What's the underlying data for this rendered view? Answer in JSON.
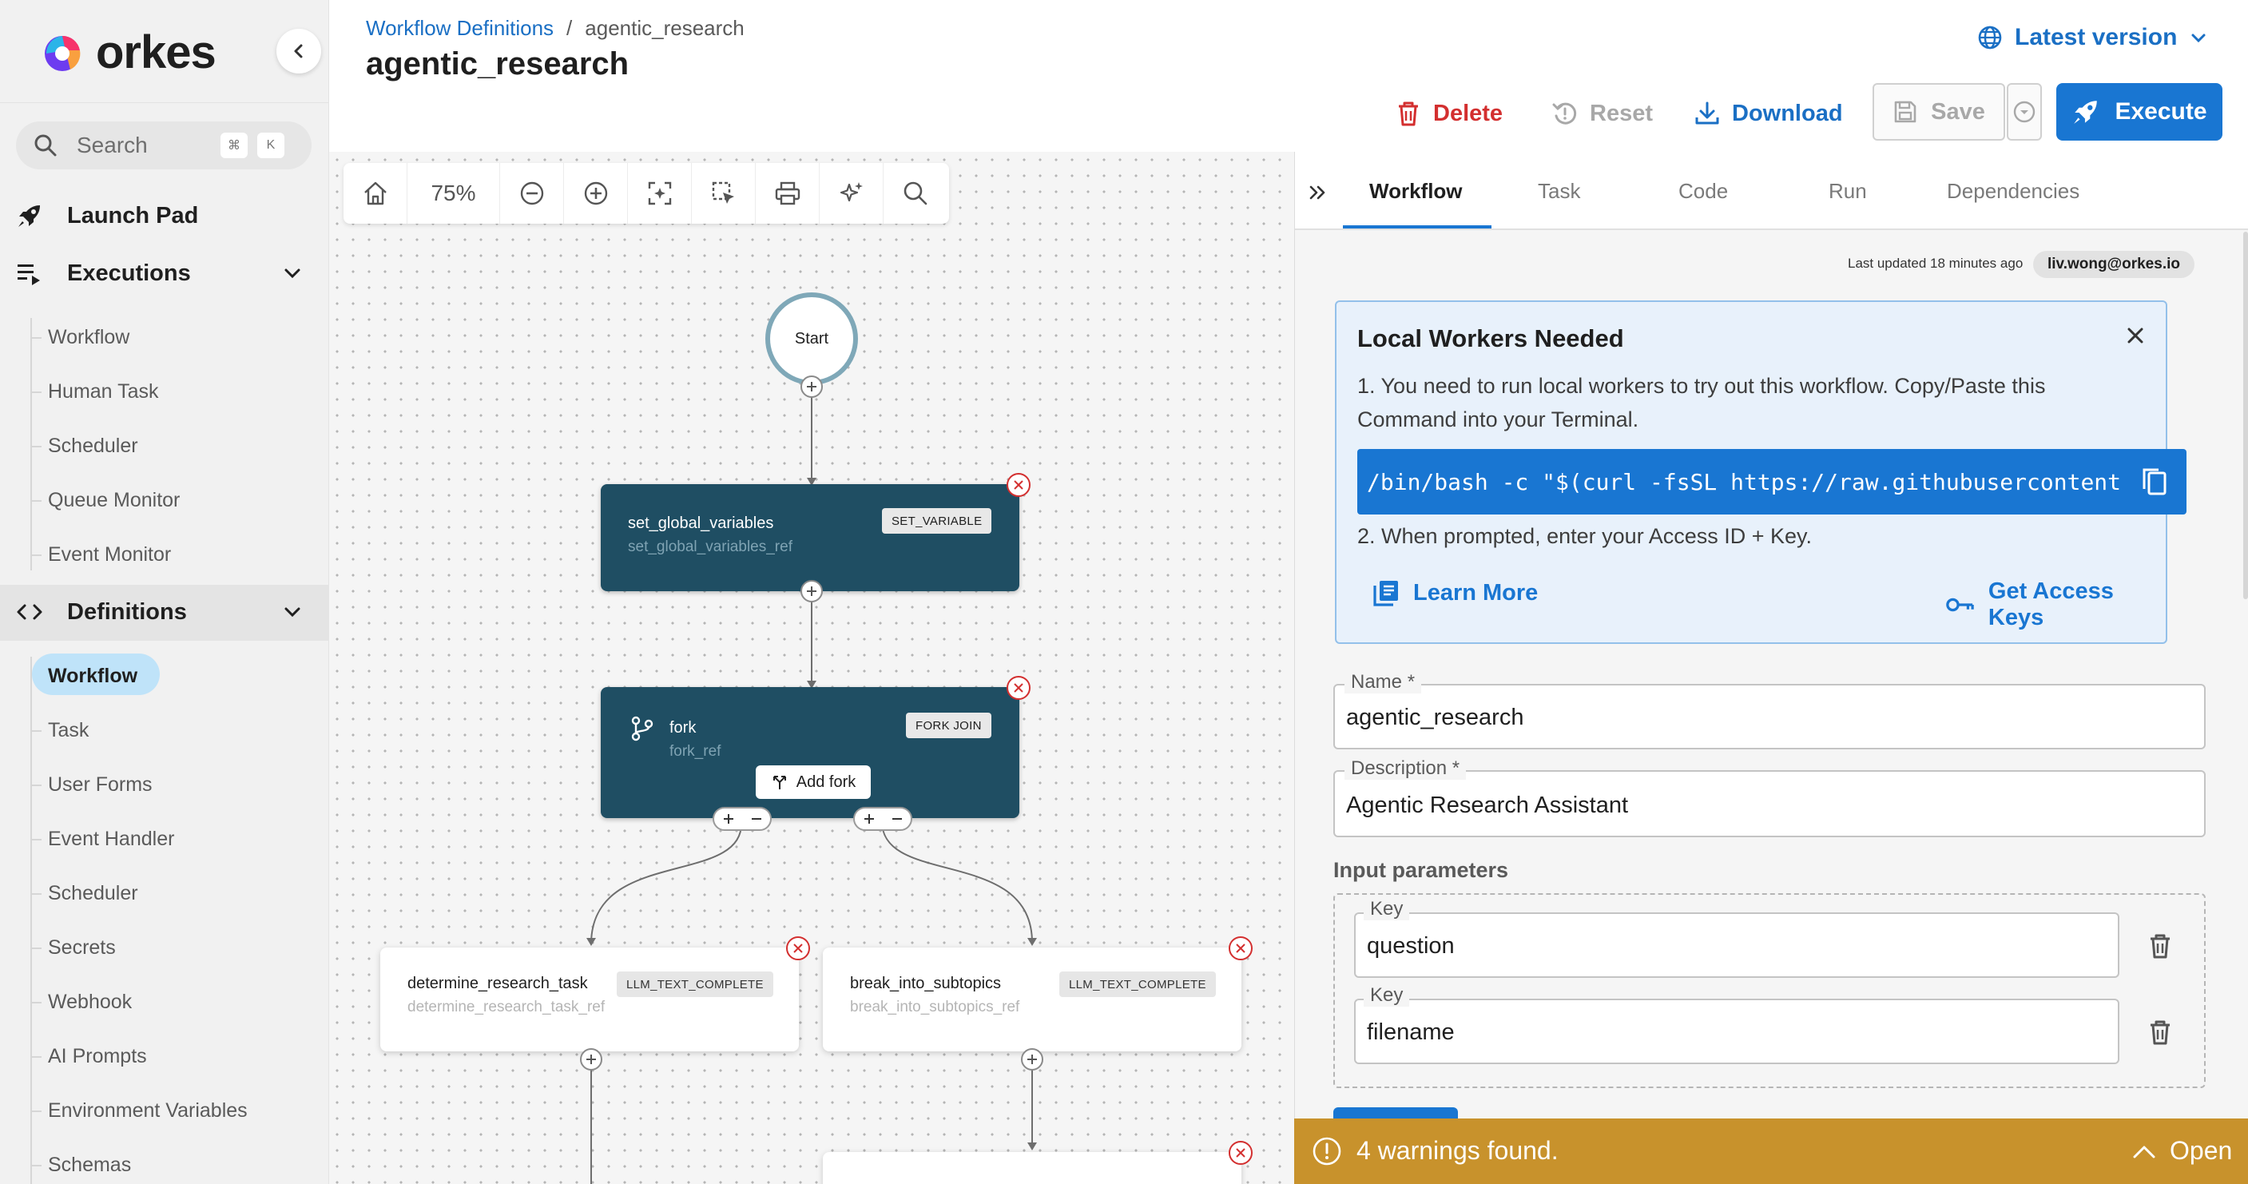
{
  "app": {
    "brand": "orkes",
    "brand_colors": [
      "#f6336b",
      "#2bb4e8",
      "#6d3cf0",
      "#f9a03f"
    ],
    "accent": "#1976d2",
    "warning": "#c8922c",
    "danger": "#d32f2f"
  },
  "sidebar": {
    "search_label": "Search",
    "shortcut": [
      "⌘",
      "K"
    ],
    "launch_pad": "Launch Pad",
    "executions": {
      "label": "Executions",
      "items": [
        "Workflow",
        "Human Task",
        "Scheduler",
        "Queue Monitor",
        "Event Monitor"
      ]
    },
    "definitions": {
      "label": "Definitions",
      "items": [
        "Workflow",
        "Task",
        "User Forms",
        "Event Handler",
        "Scheduler",
        "Secrets",
        "Webhook",
        "AI Prompts",
        "Environment Variables",
        "Schemas"
      ],
      "active": "Workflow"
    }
  },
  "header": {
    "breadcrumb_link": "Workflow Definitions",
    "breadcrumb_sep": "/",
    "breadcrumb_current": "agentic_research",
    "title": "agentic_research",
    "version": "Latest version",
    "delete": "Delete",
    "reset": "Reset",
    "download": "Download",
    "save": "Save",
    "execute": "Execute"
  },
  "canvas": {
    "zoom": "75%",
    "start": "Start",
    "nodes": {
      "set_vars": {
        "name": "set_global_variables",
        "ref": "set_global_variables_ref",
        "type": "SET_VARIABLE"
      },
      "fork": {
        "name": "fork",
        "ref": "fork_ref",
        "type": "FORK JOIN",
        "add_fork": "Add fork"
      },
      "determine": {
        "name": "determine_research_task",
        "ref": "determine_research_task_ref",
        "type": "LLM_TEXT_COMPLETE"
      },
      "subtopics": {
        "name": "break_into_subtopics",
        "ref": "break_into_subtopics_ref",
        "type": "LLM_TEXT_COMPLETE"
      }
    }
  },
  "panel": {
    "tabs": [
      "Workflow",
      "Task",
      "Code",
      "Run",
      "Dependencies"
    ],
    "active_tab": "Workflow",
    "last_updated": "Last updated 18 minutes ago",
    "updated_by": "liv.wong@orkes.io",
    "alert": {
      "title": "Local Workers Needed",
      "step1": "1. You need to run local workers to try out this workflow. Copy/Paste this Command into your Terminal.",
      "command": "/bin/bash -c \"$(curl -fsSL https://raw.githubusercontent",
      "step2": "2. When prompted, enter your Access ID + Key.",
      "learn_more": "Learn More",
      "get_keys": "Get Access Keys"
    },
    "name_label": "Name *",
    "name_value": "agentic_research",
    "description_label": "Description *",
    "description_value": "Agentic Research Assistant",
    "input_params_label": "Input parameters",
    "params": [
      {
        "key_label": "Key",
        "value": "question"
      },
      {
        "key_label": "Key",
        "value": "filename"
      }
    ]
  },
  "warnings": {
    "text": "4 warnings found.",
    "open": "Open"
  }
}
